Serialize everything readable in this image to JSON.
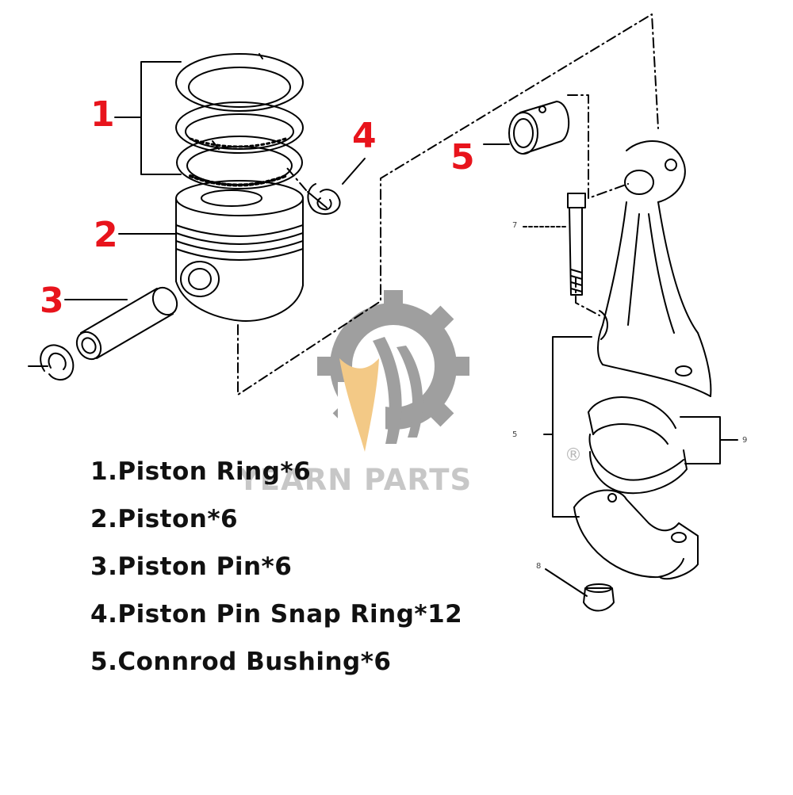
{
  "callouts": {
    "c1": "1",
    "c2": "2",
    "c3": "3",
    "c4": "4",
    "c5": "5"
  },
  "small_labels": {
    "n7": "7",
    "n5": "5",
    "n9": "9",
    "n8": "8"
  },
  "legend": {
    "items": [
      "1.Piston Ring*6",
      "2.Piston*6",
      "3.Piston Pin*6",
      "4.Piston Pin Snap Ring*12",
      "5.Connrod Bushing*6"
    ]
  },
  "watermark": {
    "text": "YEARN PARTS",
    "reg": "®",
    "colors": {
      "gear": "#8f8f8f",
      "leaf": "#f2c071"
    }
  },
  "colors": {
    "callout": "#e8141c",
    "line": "#000000"
  }
}
